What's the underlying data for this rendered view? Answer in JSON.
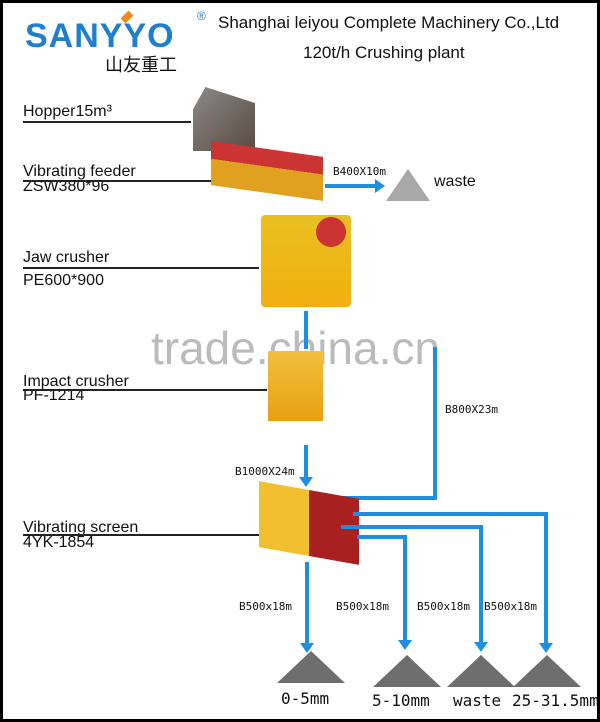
{
  "logo": {
    "brand": "SANYYO",
    "chinese": "山友重工",
    "registered": "®"
  },
  "header": {
    "company": "Shanghai leiyou Complete Machinery Co.,Ltd",
    "title": "120t/h Crushing plant"
  },
  "watermark": "trade.china.cn",
  "machines": {
    "hopper": "Hopper15m³",
    "feeder": {
      "name": "Vibrating feeder",
      "model": "ZSW380*96"
    },
    "jaw": {
      "name": "Jaw crusher",
      "model": "PE600*900"
    },
    "impact": {
      "name": "Impact crusher",
      "model": "PF-1214"
    },
    "screen": {
      "name": "Vibrating screen",
      "model": "4YK-1854"
    }
  },
  "conveyors": {
    "waste": "B400X10m",
    "return": "B800X23m",
    "main": "B1000X24m",
    "out1": "B500x18m",
    "out2": "B500x18m",
    "out3": "B500x18m",
    "out4": "B500x18m"
  },
  "products": {
    "waste_top": "waste",
    "p1": "0-5mm",
    "p2": "5-10mm",
    "p3": "waste",
    "p4": "25-31.5mm"
  },
  "colors": {
    "conveyor": "#1e8fe0",
    "logo": "#1e7fd0",
    "accent": "#f08a1c"
  }
}
